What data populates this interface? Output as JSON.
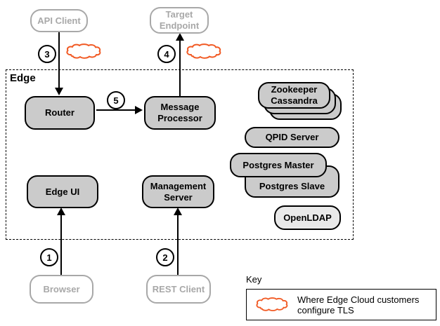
{
  "diagram": {
    "edge_label": "Edge",
    "nodes": {
      "api_client": {
        "label": "API Client"
      },
      "target_endpoint": {
        "line1": "Target",
        "line2": "Endpoint"
      },
      "router": {
        "label": "Router"
      },
      "message_processor": {
        "line1": "Message",
        "line2": "Processor"
      },
      "zookeeper_cassandra": {
        "line1": "Zookeeper",
        "line2": "Cassandra"
      },
      "qpid_server": {
        "label": "QPID Server"
      },
      "postgres_master": {
        "label": "Postgres Master"
      },
      "postgres_slave": {
        "label": "Postgres Slave"
      },
      "openldap": {
        "label": "OpenLDAP"
      },
      "edge_ui": {
        "label": "Edge UI"
      },
      "management_server": {
        "line1": "Management",
        "line2": "Server"
      },
      "browser": {
        "label": "Browser"
      },
      "rest_client": {
        "label": "REST Client"
      }
    },
    "steps": {
      "s1": "1",
      "s2": "2",
      "s3": "3",
      "s4": "4",
      "s5": "5"
    },
    "key": {
      "title": "Key",
      "description_line1": "Where Edge Cloud customers",
      "description_line2": "configure TLS"
    },
    "colors": {
      "internal_node_fill": "#cbcbcb",
      "openldap_fill": "#e9e9e9",
      "external_node_border": "#a8a8a8",
      "cloud_stroke": "#f15a24"
    }
  }
}
